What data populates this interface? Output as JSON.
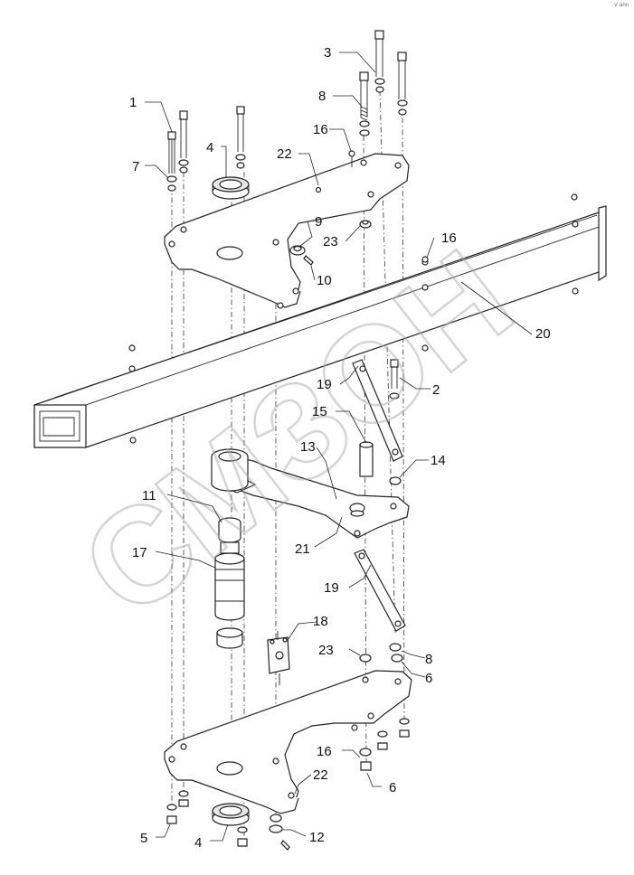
{
  "corner_mark": "v′ ann",
  "watermark": "СМЗОН",
  "callouts": [
    "1",
    "2",
    "3",
    "4",
    "4",
    "5",
    "6",
    "6",
    "7",
    "8",
    "8",
    "9",
    "10",
    "11",
    "12",
    "13",
    "14",
    "15",
    "16",
    "16",
    "16",
    "17",
    "18",
    "19",
    "19",
    "20",
    "21",
    "22",
    "22",
    "23",
    "23"
  ],
  "colors": {
    "line": "#222222",
    "watermark": "#cfcfcf",
    "background": "#ffffff"
  }
}
